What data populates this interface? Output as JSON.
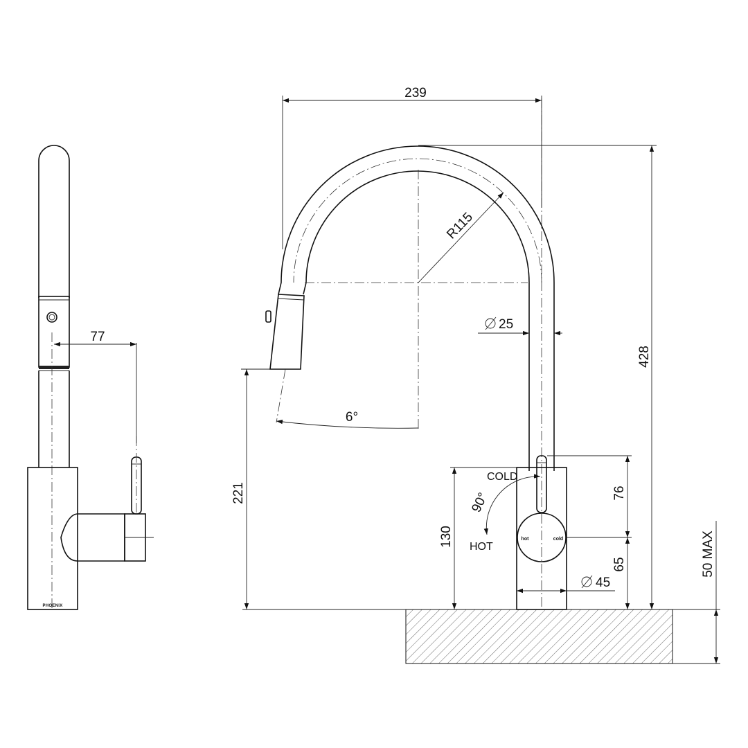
{
  "dimensions": {
    "overall_width": "239",
    "overall_height": "428",
    "arc_radius": "R115",
    "spout_diameter": "25",
    "spray_angle": "6°",
    "spray_height": "221",
    "body_height": "130",
    "lever_to_centre": "76",
    "centre_to_base": "65",
    "body_diameter": "45",
    "bench_thickness": "50 MAX",
    "side_offset": "77",
    "lever_rotation": "90°"
  },
  "labels": {
    "cold": "COLD",
    "hot": "HOT",
    "dial_hot": "hot",
    "dial_cold": "cold",
    "brand": "PHOENIX"
  },
  "symbols": {
    "diameter": "diameter-symbol"
  }
}
